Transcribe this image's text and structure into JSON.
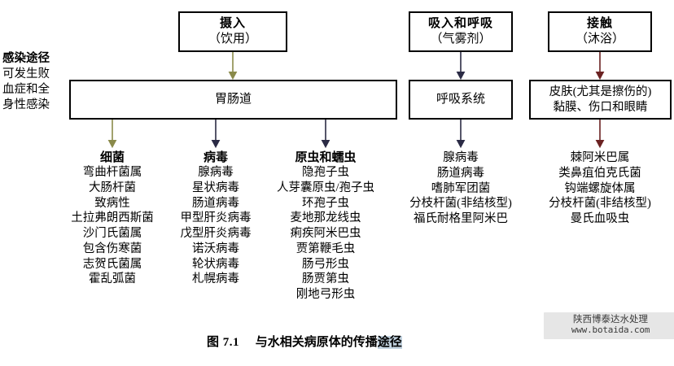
{
  "figure": {
    "caption_number": "图 7.1",
    "caption_text": "与水相关病原体的传播",
    "caption_selected": "途径"
  },
  "side_label": {
    "line1": "感染途径",
    "line2": "可发生败",
    "line3": "血症和全",
    "line4": "身性感染"
  },
  "routes": [
    {
      "id": "ingestion",
      "title": "摄入",
      "subtitle": "（饮用）",
      "target": "胃肠道"
    },
    {
      "id": "inhalation",
      "title": "吸入和呼吸",
      "subtitle": "（气雾剂）",
      "target": "呼吸系统"
    },
    {
      "id": "contact",
      "title": "接触",
      "subtitle": "（沐浴）",
      "target_line1": "皮肤(尤其是擦伤的)",
      "target_line2": "黏膜、伤口和眼睛"
    }
  ],
  "columns": [
    {
      "id": "bacteria",
      "header": "细菌",
      "items": [
        "弯曲杆菌属",
        "大肠杆菌",
        "致病性",
        "土拉弗朗西斯菌",
        "沙门氏菌属",
        "包含伤寒菌",
        "志贺氏菌属",
        "霍乱弧菌"
      ]
    },
    {
      "id": "viruses",
      "header": "病毒",
      "items": [
        "腺病毒",
        "星状病毒",
        "肠道病毒",
        "甲型肝炎病毒",
        "戊型肝炎病毒",
        "诺沃病毒",
        "轮状病毒",
        "札幌病毒"
      ]
    },
    {
      "id": "protozoa-helminths",
      "header": "原虫和蠕虫",
      "items": [
        "隐孢子虫",
        "人芽囊原虫/孢子虫",
        "环孢子虫",
        "麦地那龙线虫",
        "痢疾阿米巴虫",
        "贾第鞭毛虫",
        "肠弓形虫",
        "肠贾第虫",
        "刚地弓形虫"
      ]
    },
    {
      "id": "respiratory-agents",
      "header": "",
      "items": [
        "腺病毒",
        "肠道病毒",
        "嗜肺军团菌",
        "分枝杆菌(非结核型)",
        "福氏耐格里阿米巴"
      ]
    },
    {
      "id": "contact-agents",
      "header": "",
      "items": [
        "棘阿米巴属",
        "类鼻疽伯克氏菌",
        "钩端螺旋体属",
        "分枝杆菌(非结核型)",
        "曼氏血吸虫"
      ]
    }
  ],
  "watermark": {
    "line1": "陕西博泰达水处理",
    "line2": "www.botaida.com"
  },
  "colors": {
    "arrow_olive": "#8a8a4a",
    "arrow_navy": "#2b2b45",
    "arrow_maroon": "#6b2222",
    "border": "#000000",
    "selection": "#c3d3e0"
  }
}
